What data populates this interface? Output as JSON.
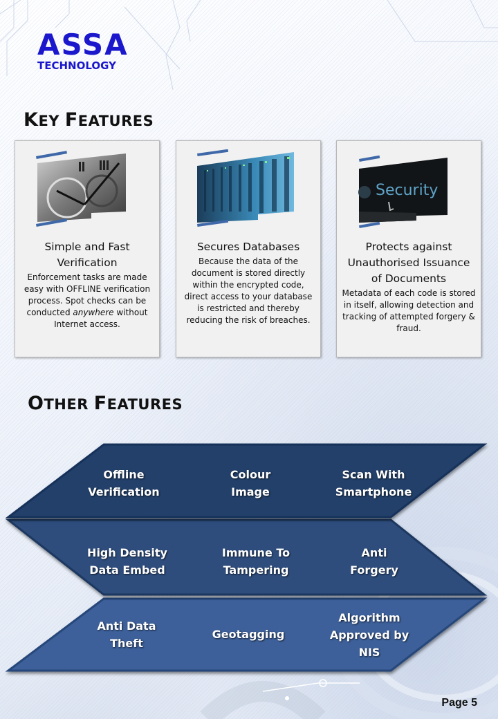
{
  "logo": {
    "name": "ASSA",
    "sub": "TECHNOLOGY",
    "color": "#1a17cc"
  },
  "key_features": {
    "title_first_big": "K",
    "title_first_rest": "EY ",
    "title_second_big": "F",
    "title_second_rest": "EATURES",
    "cards": [
      {
        "image": "clock-image",
        "title_line1": "Simple and Fast",
        "title_line2": "Verification",
        "body_pre": "Enforcement tasks are made easy with OFFLINE verification process. Spot checks can be conducted ",
        "body_em": "anywhere",
        "body_post": " without Internet access."
      },
      {
        "image": "server-racks-image",
        "title_line1": "Secures Databases",
        "body": "Because the data of the document is stored directly within the encrypted code, direct access to your database is restricted and thereby reducing the risk of breaches."
      },
      {
        "image": "security-screen-image",
        "image_text": "Security",
        "title_line1": "Protects against",
        "title_line2": "Unauthorised Issuance",
        "title_line3": "of Documents",
        "body": "Metadata of each code is stored in itself, allowing detection and tracking of attempted forgery & fraud."
      }
    ]
  },
  "other_features": {
    "title_first_big": "O",
    "title_first_rest": "THER ",
    "title_second_big": "F",
    "title_second_rest": "EATURES",
    "rows": [
      {
        "color": "#233f6b",
        "items": [
          [
            "Offline",
            "Verification"
          ],
          [
            "Colour",
            "Image"
          ],
          [
            "Scan With",
            "Smartphone"
          ]
        ]
      },
      {
        "color": "#2f4e7d",
        "items": [
          [
            "High Density",
            "Data Embed"
          ],
          [
            "Immune To",
            "Tampering"
          ],
          [
            "Anti",
            "Forgery"
          ]
        ]
      },
      {
        "color": "#3c609a",
        "items": [
          [
            "Anti Data",
            "Theft"
          ],
          [
            "Geotagging"
          ],
          [
            "Algorithm",
            "Approved by",
            "NIS"
          ]
        ]
      }
    ]
  },
  "footer": {
    "page": "Page 5"
  }
}
